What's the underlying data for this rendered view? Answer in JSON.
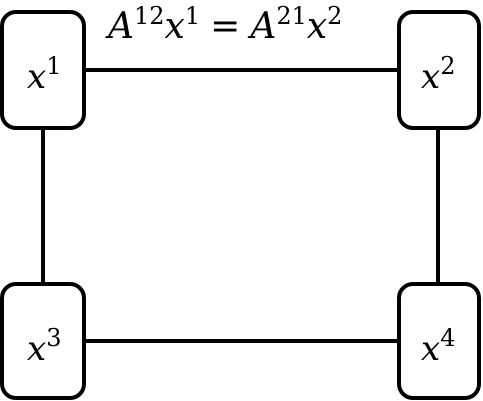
{
  "nodes": [
    {
      "id": "node-1",
      "base": "x",
      "sup": "1"
    },
    {
      "id": "node-2",
      "base": "x",
      "sup": "2"
    },
    {
      "id": "node-3",
      "base": "x",
      "sup": "3"
    },
    {
      "id": "node-4",
      "base": "x",
      "sup": "4"
    }
  ],
  "edges": [
    {
      "from": "node-1",
      "to": "node-2"
    },
    {
      "from": "node-1",
      "to": "node-3"
    },
    {
      "from": "node-2",
      "to": "node-4"
    },
    {
      "from": "node-3",
      "to": "node-4"
    }
  ],
  "edge_label": {
    "lhs_matrix": "A",
    "lhs_matrix_sup": "12",
    "lhs_var": "x",
    "lhs_var_sup": "1",
    "equals": "=",
    "rhs_matrix": "A",
    "rhs_matrix_sup": "21",
    "rhs_var": "x",
    "rhs_var_sup": "2"
  }
}
